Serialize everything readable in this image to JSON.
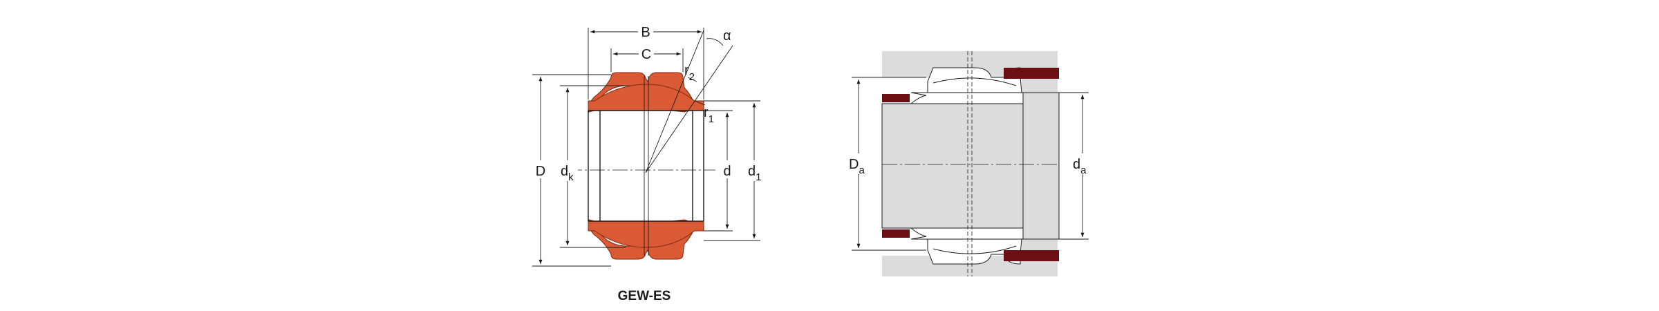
{
  "bearing_drawing": {
    "caption": "GEW-ES",
    "dimensions": {
      "B": "B",
      "C": "C",
      "alpha": "α",
      "r2_base": "r",
      "r2_sub": "2",
      "r1_base": "r",
      "r1_sub": "1",
      "D": "D",
      "dk_base": "d",
      "dk_sub": "k",
      "d": "d",
      "d1_base": "d",
      "d1_sub": "1"
    }
  },
  "mounting_drawing": {
    "dimensions": {
      "Da_base": "D",
      "Da_sub": "a",
      "da_base": "d",
      "da_sub": "a"
    }
  },
  "colors": {
    "ring": "#d95a34",
    "ring_edge": "#7a2a12",
    "housing": "#dcdcdc",
    "shaft_shoulder": "#6b0f14",
    "line": "#1a1a1a"
  }
}
